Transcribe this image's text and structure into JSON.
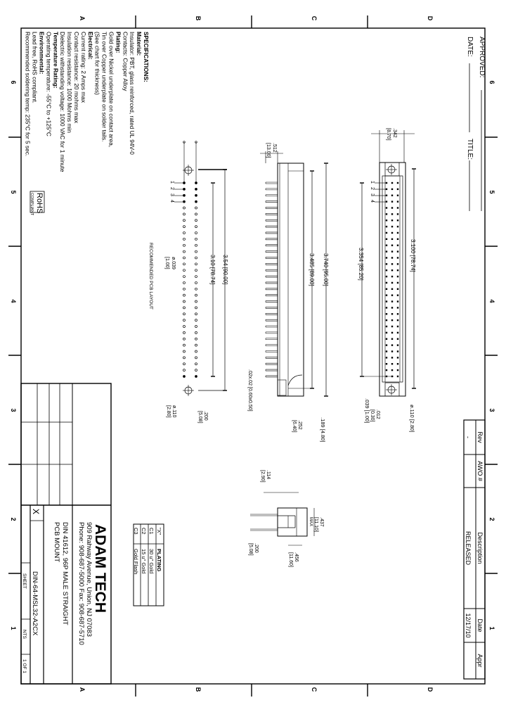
{
  "header": {
    "approved_label": "APPROVED:",
    "date_label": "DATE:",
    "title_label": "TITLE:"
  },
  "zones": {
    "letters": [
      "A",
      "B",
      "C",
      "D"
    ],
    "numbers": [
      "6",
      "5",
      "4",
      "3",
      "2",
      "1"
    ]
  },
  "revision_table": {
    "headers": [
      "Rev",
      "AWO #",
      "Description",
      "Date",
      "Appr"
    ],
    "row": [
      "-",
      "",
      "RELEASED",
      "12/17/10",
      ""
    ]
  },
  "specifications": {
    "lines": [
      "SPECIFICATIONS:",
      "Material:",
      "Insulator: PBT, glass reinforced, rated UL 94V-0",
      "Contacts: Copper Alloy",
      "Plating:",
      "Gold over Nickel underplate on contact area,",
      "Tin over Copper underplate on solder tails.",
      "(See chart for thickness)",
      "Electrical:",
      "Current rating: 2 Amps max",
      "Contact resistance: 20 mohms max",
      "Insulation resistance: 1000 Mohms min",
      "Dielectric withstanding voltage: 1000 VAC for 1 minute",
      "Temperature Rating:",
      "Operating temperature: -55°C to +125°C",
      "Environmental:",
      "Lead free, RoHS compliant.",
      "Recommended soldering temp: 235°C for 5 sec."
    ]
  },
  "rohs": {
    "line1": "RoHS",
    "line2": "COMPLIANT"
  },
  "drawing": {
    "pin_numbers": [
      "1",
      "2",
      "3",
      "4"
    ],
    "pcb_layout_label": "RECOMMENDED PCB LAYOUT",
    "dims": {
      "d342": ".342",
      "d342m": "[8.70]",
      "d3100": "3.100 [78.74]",
      "d3354": "3.354 [85.20]",
      "d3740": "3.740 [95.00]",
      "d3485": "3.485 [89.00]",
      "d512": ".512",
      "d512m": "[13.00]",
      "d354": "3.54 [90.00]",
      "d310": "3.10 [78.74]",
      "d039hole": "ø.039",
      "d039holem": "[1.00]",
      "d02": ".02x.02 [0.60x0.50]",
      "d252": ".252",
      "d252m": "[6.40]",
      "d189": ".189 [4.80]",
      "d039": ".039 [1.00]",
      "d012": ".012",
      "d012m": "[0.30]",
      "d110right": "ø.110 [2.80]",
      "d110left": "ø.110",
      "d110leftm": "[2.80]",
      "d200left": ".200",
      "d200leftm": "[5.08]",
      "d114": ".114",
      "d114m": "[2.90]",
      "d437": ".437",
      "d437m": "[11.10]",
      "d437max": "MAX",
      "d456": ".456",
      "d456m": "[11.60]",
      "d200": ".200",
      "d200m": "[5.08]"
    }
  },
  "plating_table": {
    "headers": [
      "\"X\"",
      "PLATING"
    ],
    "rows": [
      [
        "C1",
        "30 u\" Gold"
      ],
      [
        "C2",
        "15 u\" Gold"
      ],
      [
        "C3",
        "Gold Flash"
      ]
    ]
  },
  "title_block": {
    "company": "ADAM TECH",
    "address": "909 Rahway Avenue, Union, NJ 07083",
    "phone": "Phone: 908-687-5000 Fax: 908-687-5710",
    "description": "DIN 41612, 96P MALE STRAIGHT",
    "mount": "PCB MOUNT",
    "x_mark": "X",
    "part_number": "DIN-64-MSL32-A2CX",
    "sheet_label": "SHEET",
    "scale": "NTS",
    "sheet": "1 OF 1"
  }
}
